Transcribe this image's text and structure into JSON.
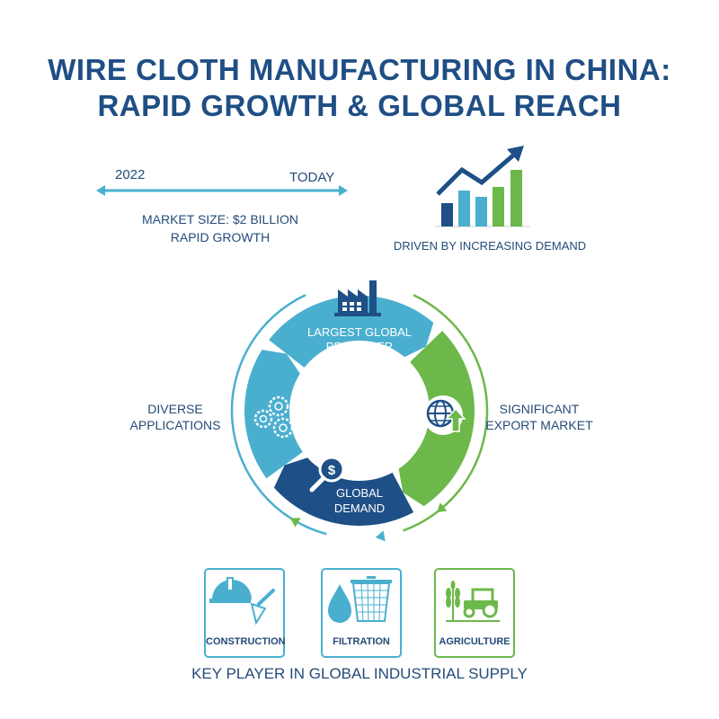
{
  "title": [
    "WIRE CLOTH MANUFACTURING IN CHINA:",
    "RAPID GROWTH & GLOBAL REACH"
  ],
  "timeline": {
    "start": "2022",
    "end": "TODAY",
    "market_size": "MARKET SIZE: $2 BILLION",
    "growth": "RAPID GROWTH"
  },
  "growth_chart": {
    "caption": "DRIVEN BY INCREASING DEMAND",
    "icon": "bar-chart-trend-up-icon"
  },
  "cycle": {
    "segments": [
      {
        "label": [
          "LARGEST GLOBAL",
          "PRODUCER"
        ],
        "icon": "factory-icon",
        "color": "#4aafcf"
      },
      {
        "label": [
          "SIGNIFICANT",
          "EXPORT MARKET"
        ],
        "icon": "globe-arrow-up-icon",
        "color": "#6cb84a"
      },
      {
        "label": [
          "GLOBAL",
          "DEMAND"
        ],
        "icon": "dollar-magnifier-icon",
        "color": "#1e4f86"
      },
      {
        "label": [
          "DIVERSE",
          "APPLICATIONS"
        ],
        "icon": "gears-icon",
        "color": "#4aafcf"
      }
    ]
  },
  "industries": [
    {
      "label": "CONSTRUCTION",
      "icon": "hardhat-trowel-icon",
      "color": "#4aafcf"
    },
    {
      "label": "FILTRATION",
      "icon": "water-drop-basket-icon",
      "color": "#4aafcf"
    },
    {
      "label": "AGRICULTURE",
      "icon": "wheat-tractor-icon",
      "color": "#6cb84a"
    }
  ],
  "footer": "KEY PLAYER IN GLOBAL INDUSTRIAL SUPPLY",
  "colors": {
    "dark_blue": "#1e4f86",
    "light_blue": "#4aafcf",
    "green": "#6cb84a"
  }
}
